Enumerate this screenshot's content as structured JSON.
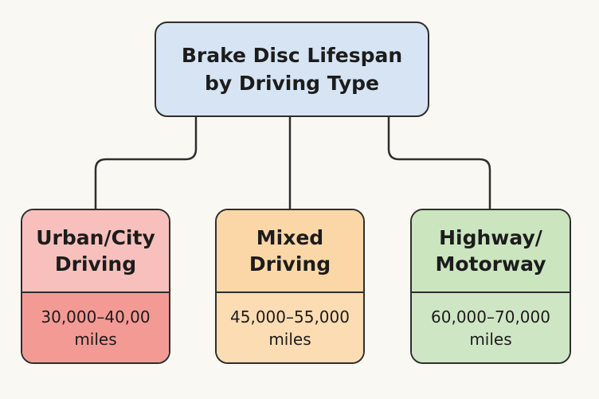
{
  "root": {
    "title_line1": "Brake Disc Lifespan",
    "title_line2": "by Driving Type"
  },
  "nodes": [
    {
      "name_line1": "Urban/City",
      "name_line2": "Driving",
      "range_line1": "30,000–40,00",
      "range_line2": "miles",
      "colors": {
        "header": "#f7c0bc",
        "body": "#f49a95"
      }
    },
    {
      "name_line1": "Mixed",
      "name_line2": "Driving",
      "range_line1": "45,000–55,000",
      "range_line2": "miles",
      "colors": {
        "header": "#fbd7a7",
        "body": "#fcdcb2"
      }
    },
    {
      "name_line1": "Highway/",
      "name_line2": "Motorway",
      "range_line1": "60,000–70,000",
      "range_line2": "miles",
      "colors": {
        "header": "#cbe5bf",
        "body": "#cfe6c4"
      }
    }
  ],
  "colors": {
    "root_fill": "#d6e4f3",
    "line": "#2e2e2e",
    "background": "#faf8f3"
  }
}
